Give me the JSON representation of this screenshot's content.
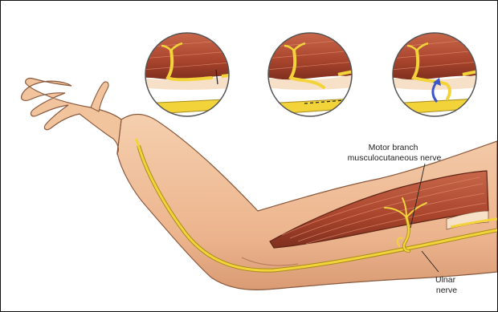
{
  "labels": {
    "motor_line1": "Motor branch",
    "motor_line2": "musculocutaneous nerve",
    "ulnar_line1": "Ulnar",
    "ulnar_line2": "nerve"
  },
  "colors": {
    "skin": "#f1c49e",
    "skin_shadow": "#d39a72",
    "skin_outline": "#8a5a3e",
    "muscle": "#b7533a",
    "muscle_dark": "#7f2f1f",
    "nerve": "#f2d43a",
    "nerve_outline": "#a88a1a",
    "arrow": "#3d55c8",
    "inset_bg": "#ffffff",
    "inset_ring": "#555555"
  },
  "icons": {
    "inset_1": "cut-nerve-icon",
    "inset_2": "dissected-nerve-icon",
    "inset_3": "nerve-transfer-arrow-icon"
  }
}
